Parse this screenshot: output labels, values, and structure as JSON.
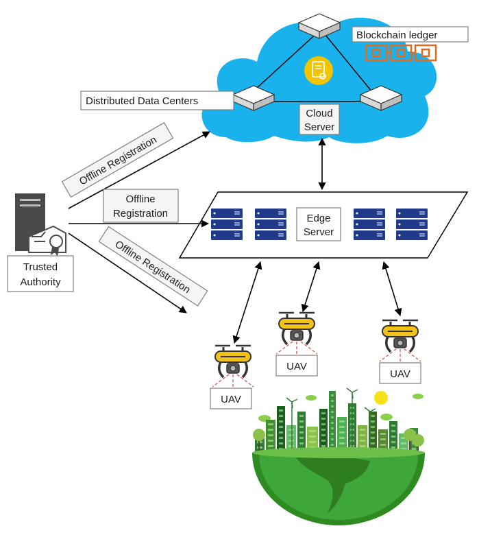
{
  "labels": {
    "blockchain_ledger": "Blockchain ledger",
    "distributed_data_centers": "Distributed Data Centers",
    "cloud_server_line1": "Cloud",
    "cloud_server_line2": "Server",
    "offline_reg_1": "Offline Registration",
    "offline_reg_2_line1": "Offline",
    "offline_reg_2_line2": "Registration",
    "offline_reg_3": "Offline Registration",
    "edge_server_line1": "Edge",
    "edge_server_line2": "Server",
    "trusted_authority_line1": "Trusted",
    "trusted_authority_line2": "Authority",
    "uav_1": "UAV",
    "uav_2": "UAV",
    "uav_3": "UAV"
  },
  "colors": {
    "cloud": "#1ab2ec",
    "server_dark": "#1f3a8a",
    "uav_yellow": "#f2c21b",
    "earth_green": "#3a9a2a",
    "chain_orange": "#e06b20",
    "sun": "#f7e21a"
  },
  "icons": [
    "server-icon",
    "certificate-icon",
    "blockchain-icon",
    "rack-server-icon",
    "drone-icon",
    "city-icon",
    "earth-icon",
    "sun-icon"
  ]
}
